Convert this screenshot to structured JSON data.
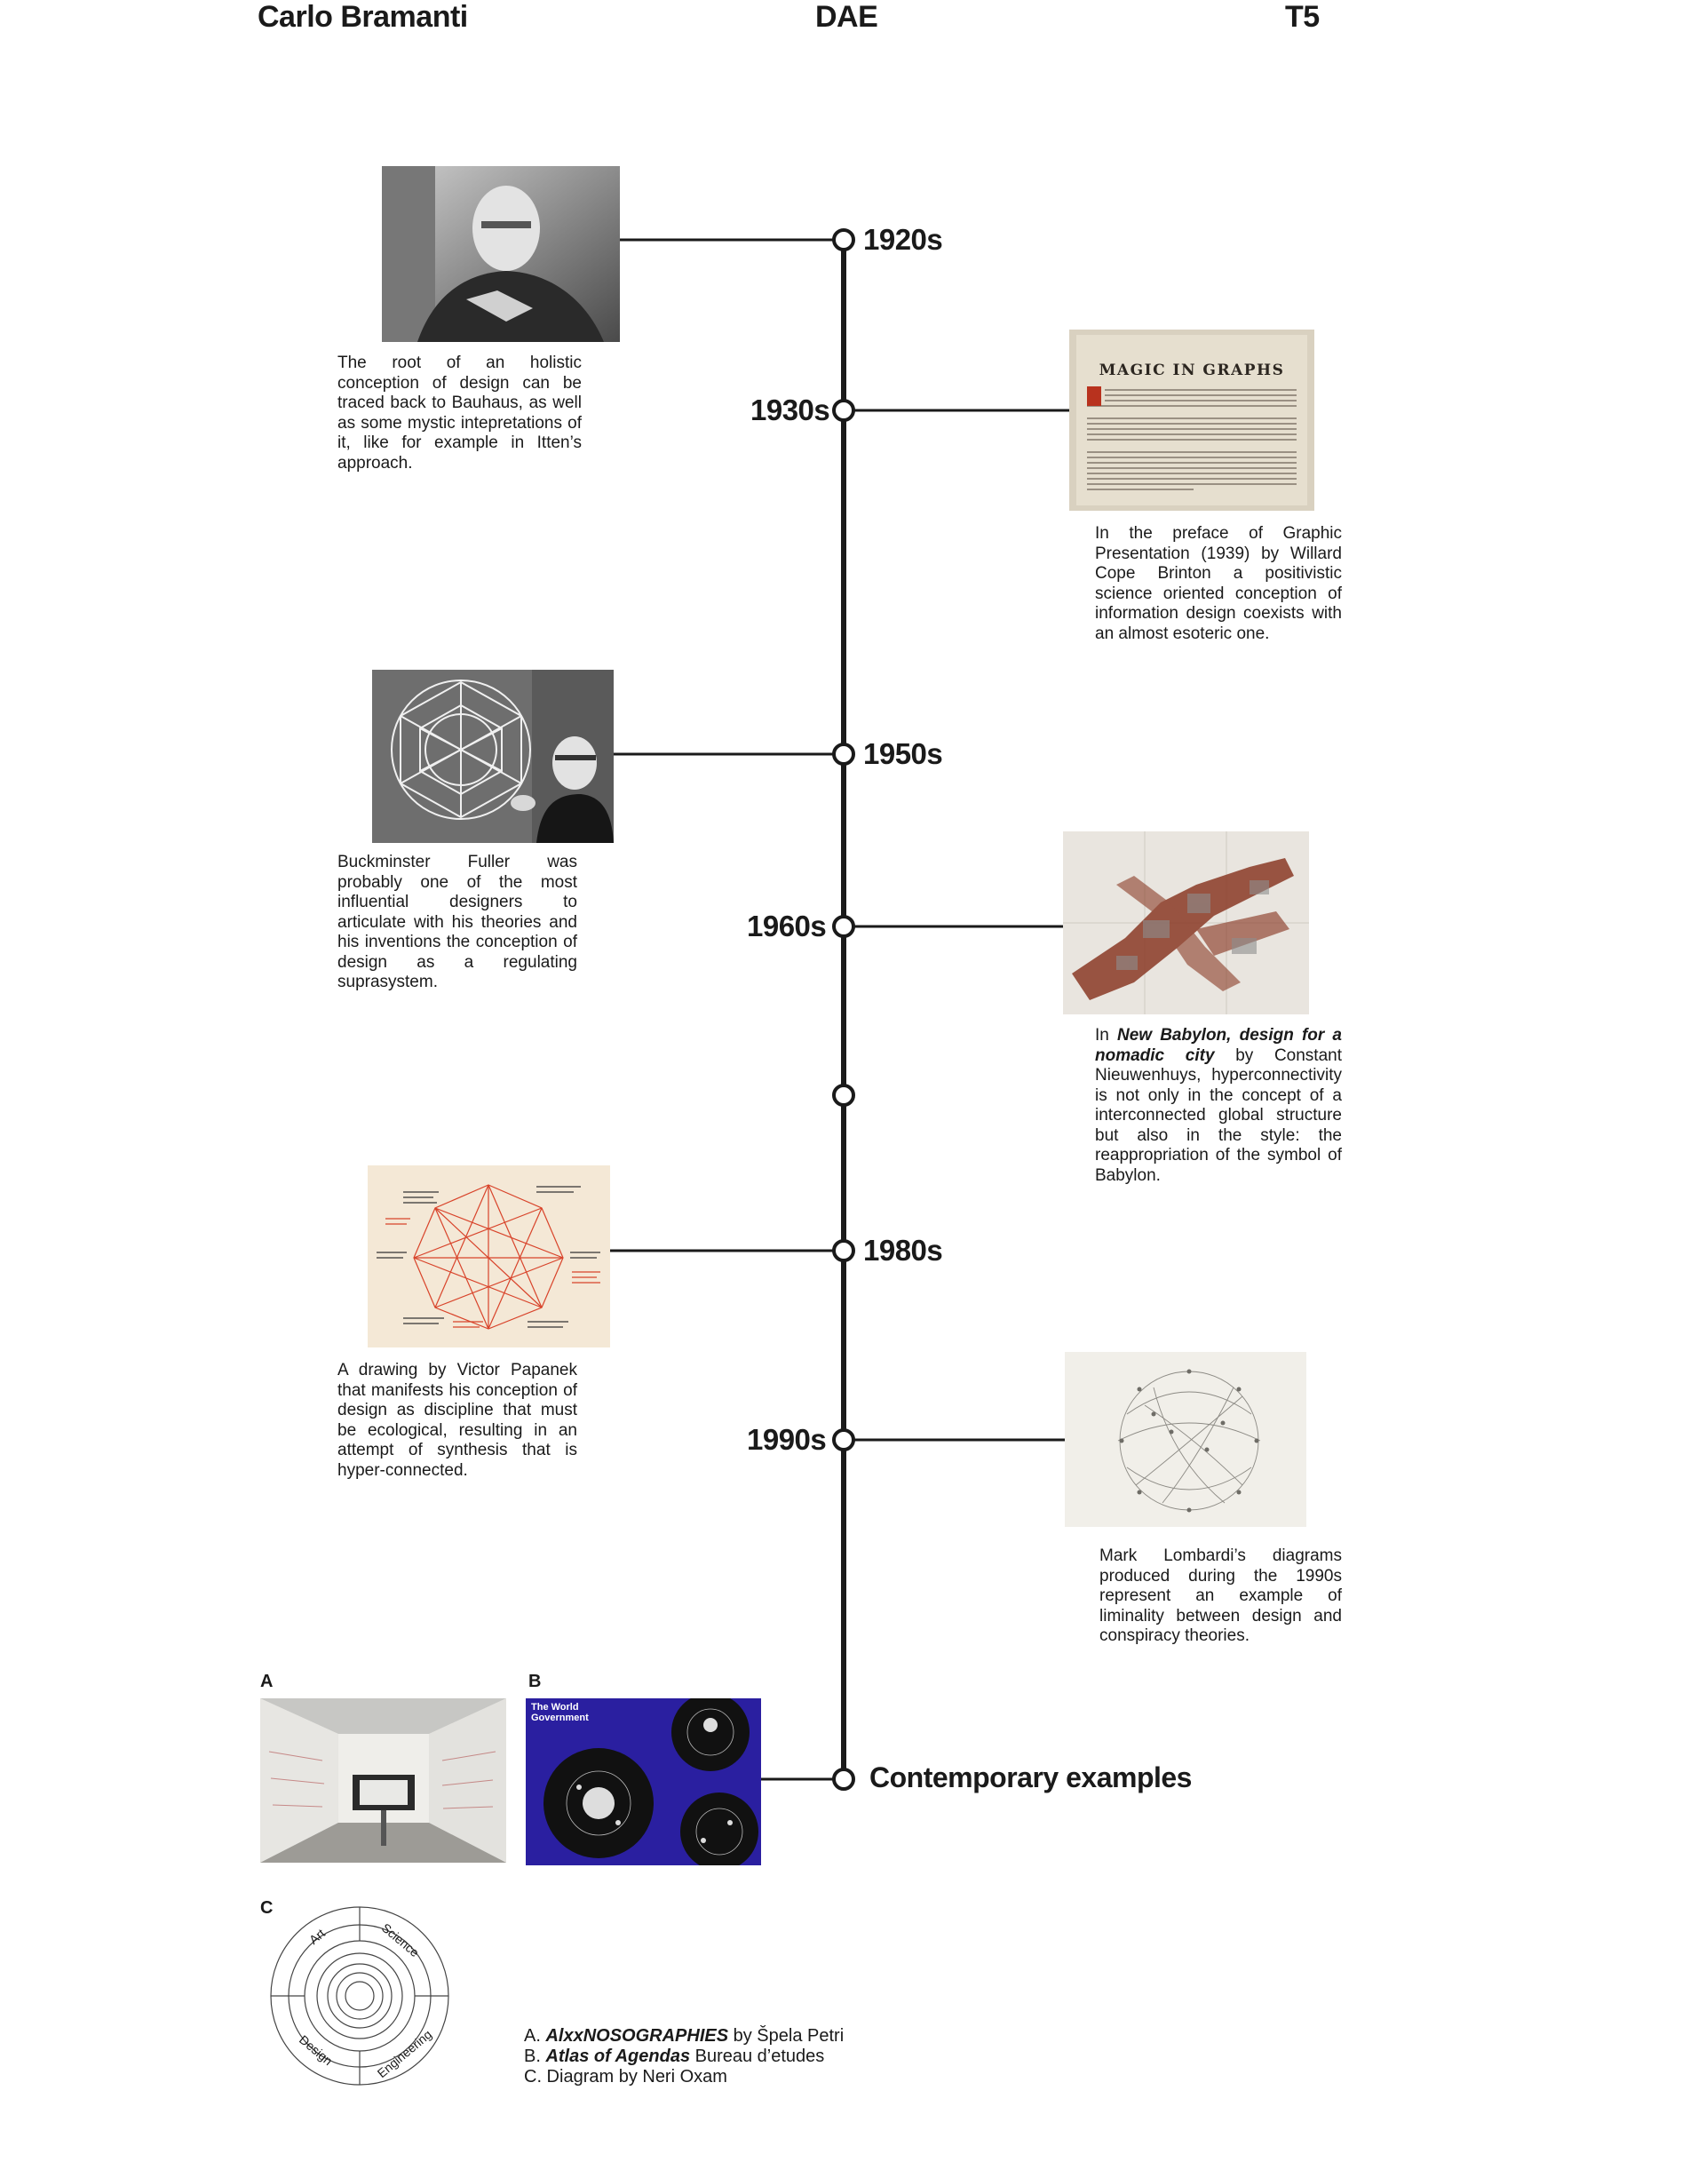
{
  "header": {
    "author": "Carlo Bramanti",
    "center": "DAE",
    "code": "T5"
  },
  "timeline": {
    "d1920": "1920s",
    "d1930": "1930s",
    "d1950": "1950s",
    "d1960": "1960s",
    "d1980": "1980s",
    "d1990": "1990s",
    "contemporary": "Contemporary examples"
  },
  "captions": {
    "itten": "The root of an holistic conception of design can be traced back to Bauhaus, as well as some mystic intepretations of it, like for example in Itten’s approach.",
    "brinton": "In the preface of Graphic Presentation (1939) by Willard Cope Brinton a positivistic science oriented conception of information design coexists with an almost esoteric one.",
    "fuller": "Buckminster Fuller was probably one of the most influential designers to articulate with his theories and his inventions the conception of design as a regulating suprasystem.",
    "babylon_pre": "In ",
    "babylon_title": "New Babylon, design for a nomadic city",
    "babylon_post": " by Constant Nieuwenhuys, hyperconnectivity is not only in the concept of a interconnected global structure but also in the style: the reappropriation of the symbol of Babylon.",
    "papanek": "A drawing by Victor Papanek that manifests his conception of design as discipline that must be ecological, resulting in an attempt of synthesis that is hyper-connected.",
    "lombardi": "Mark Lombardi’s diagrams produced during the 1990s represent an example of liminality between design and conspiracy theories."
  },
  "images": {
    "magic_title": "MAGIC IN GRAPHS",
    "b_title": "The World Government",
    "c_ring_art": "Art",
    "c_ring_science": "Science",
    "c_ring_design": "Design",
    "c_ring_engineering": "Engineering"
  },
  "examples": {
    "a_label": "A",
    "b_label": "B",
    "c_label": "C",
    "a_prefix": "A. ",
    "a_title": "AlxxNOSOGRAPHIES",
    "a_rest": " by Špela Petri",
    "b_prefix": "B. ",
    "b_title": "Atlas of Agendas",
    "b_rest": " Bureau d’etudes",
    "c_text": "C.  Diagram by Neri Oxam"
  },
  "colors": {
    "ink": "#1a1a1a",
    "babylon": "#8a3a26",
    "papanek_red": "#d8432a",
    "atlas_blue": "#2a1fa0",
    "paper": "#f2e6d4"
  }
}
